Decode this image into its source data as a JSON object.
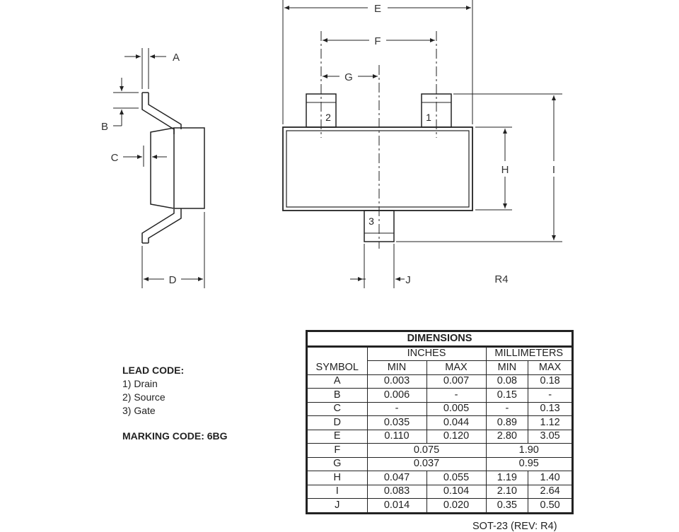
{
  "drawing": {
    "dim_labels": {
      "A": "A",
      "B": "B",
      "C": "C",
      "D": "D",
      "E": "E",
      "F": "F",
      "G": "G",
      "H": "H",
      "I": "I",
      "J": "J"
    },
    "pins": {
      "pin1": "1",
      "pin2": "2",
      "pin3": "3"
    },
    "revision_mark": "R4"
  },
  "lead_code": {
    "title": "LEAD CODE:",
    "items": [
      "1) Drain",
      "2) Source",
      "3) Gate"
    ]
  },
  "marking_code": "MARKING CODE: 6BG",
  "table": {
    "title": "DIMENSIONS",
    "group_headers": [
      "INCHES",
      "MILLIMETERS"
    ],
    "col_headers": [
      "SYMBOL",
      "MIN",
      "MAX",
      "MIN",
      "MAX"
    ],
    "rows": [
      [
        "A",
        "0.003",
        "0.007",
        "0.08",
        "0.18"
      ],
      [
        "B",
        "0.006",
        "-",
        "0.15",
        "-"
      ],
      [
        "C",
        "-",
        "0.005",
        "-",
        "0.13"
      ],
      [
        "D",
        "0.035",
        "0.044",
        "0.89",
        "1.12"
      ],
      [
        "E",
        "0.110",
        "0.120",
        "2.80",
        "3.05"
      ],
      [
        "F",
        "0.075",
        "1.90"
      ],
      [
        "G",
        "0.037",
        "0.95"
      ],
      [
        "H",
        "0.047",
        "0.055",
        "1.19",
        "1.40"
      ],
      [
        "I",
        "0.083",
        "0.104",
        "2.10",
        "2.64"
      ],
      [
        "J",
        "0.014",
        "0.020",
        "0.35",
        "0.50"
      ]
    ]
  },
  "footer": "SOT-23 (REV: R4)",
  "colors": {
    "line": "#222222",
    "body_fill": "#ffffff"
  }
}
